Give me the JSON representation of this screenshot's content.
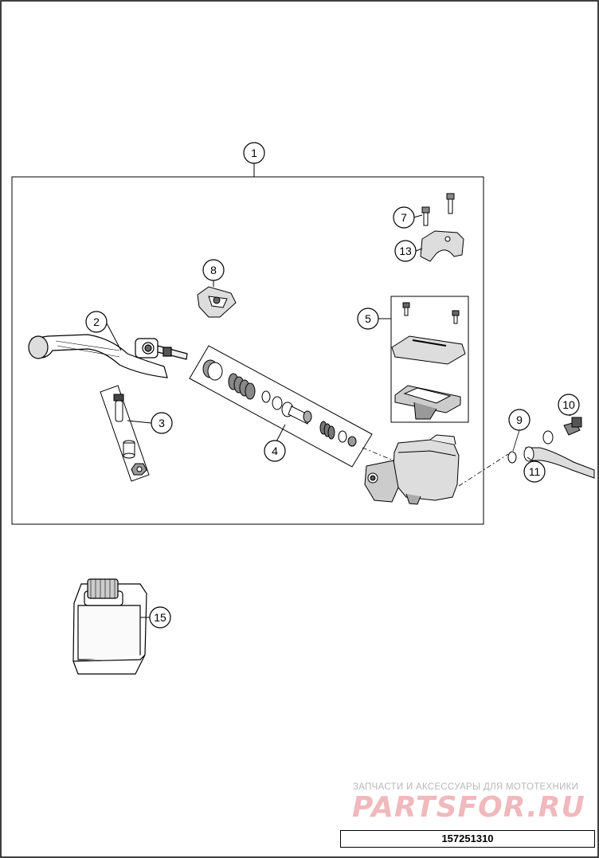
{
  "callouts": [
    {
      "id": "c1",
      "label": "1"
    },
    {
      "id": "c2",
      "label": "2"
    },
    {
      "id": "c3",
      "label": "3"
    },
    {
      "id": "c4",
      "label": "4"
    },
    {
      "id": "c5",
      "label": "5"
    },
    {
      "id": "c7",
      "label": "7"
    },
    {
      "id": "c8",
      "label": "8"
    },
    {
      "id": "c9",
      "label": "9"
    },
    {
      "id": "c10",
      "label": "10"
    },
    {
      "id": "c11",
      "label": "11"
    },
    {
      "id": "c13",
      "label": "13"
    },
    {
      "id": "c15",
      "label": "15"
    }
  ],
  "watermark": {
    "tagline": "ЗАПЧАСТИ И АКСЕССУАРЫ ДЛЯ МОТОТЕХНИКИ",
    "brand": "PARTSFOR.RU"
  },
  "part_number": "157251310"
}
